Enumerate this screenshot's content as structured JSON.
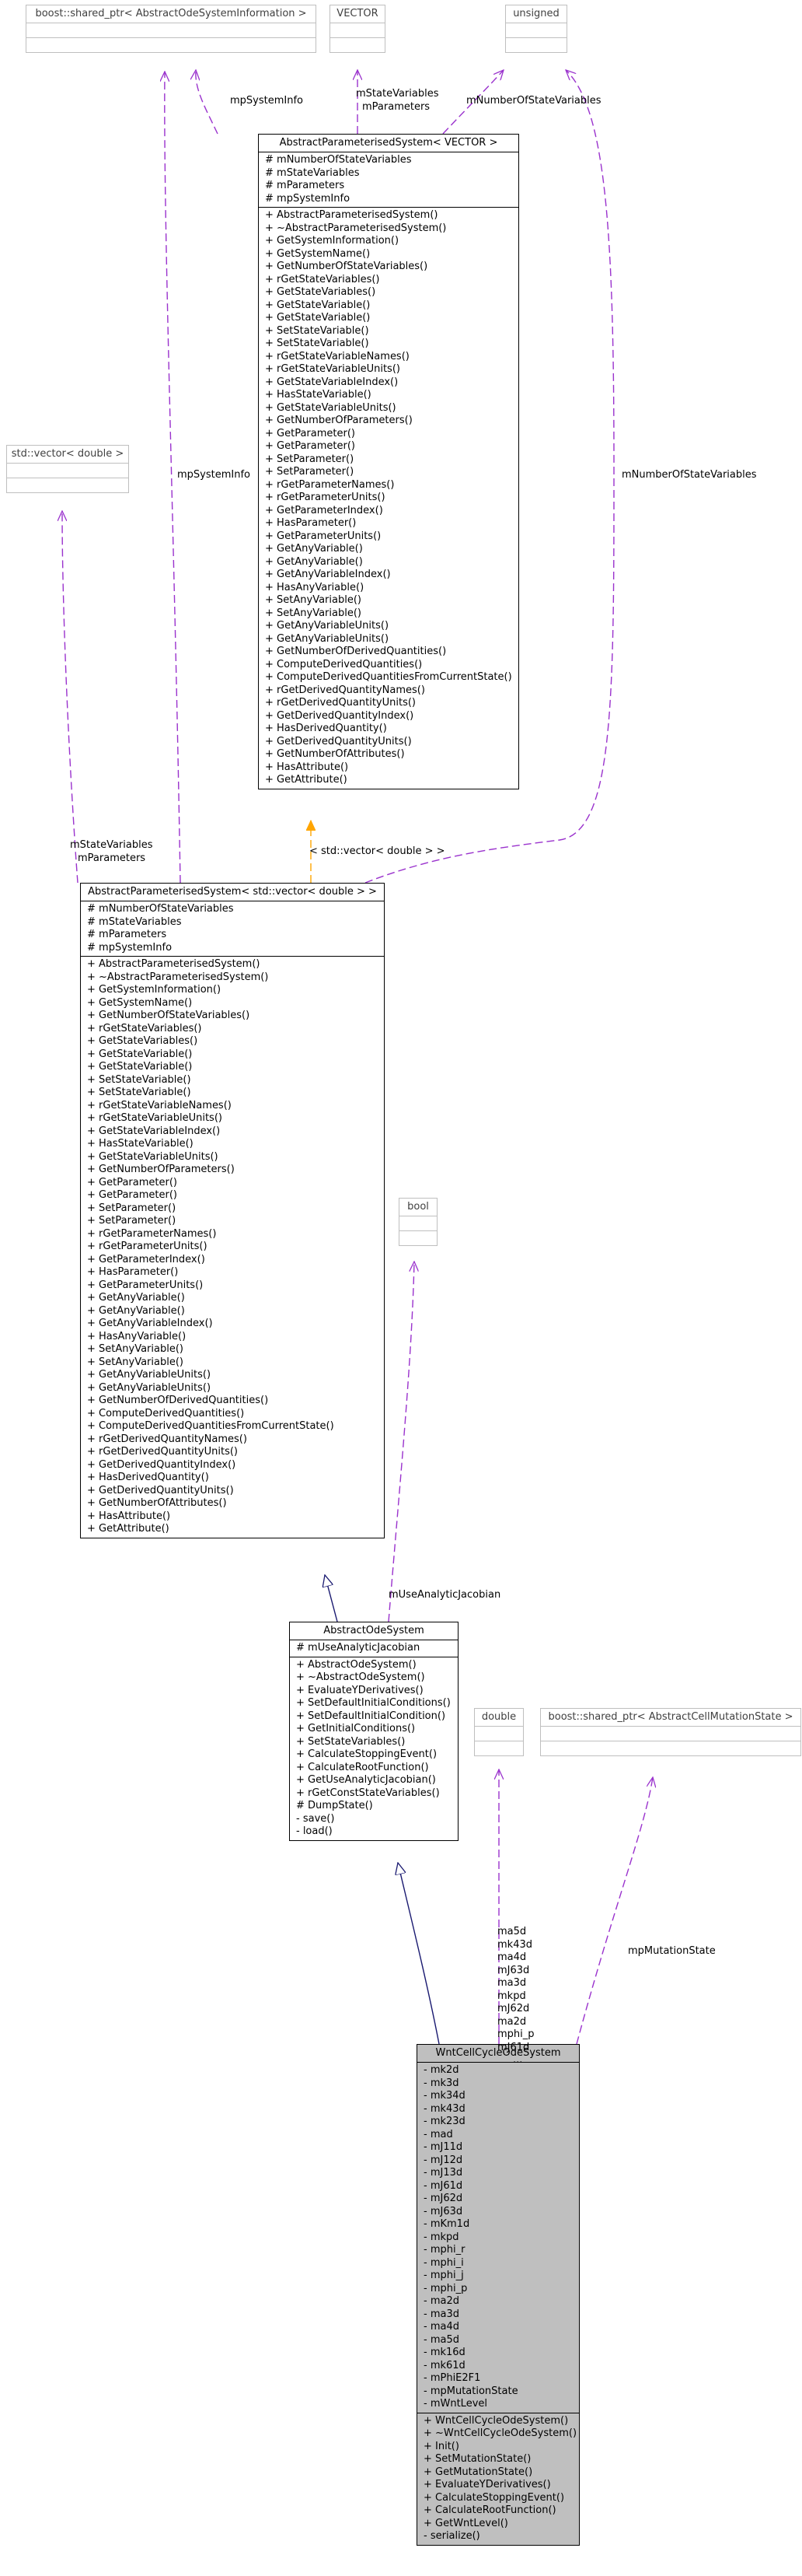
{
  "boxes": {
    "sp_info": {
      "title": "boost::shared_ptr< AbstractOdeSystemInformation >"
    },
    "vector": {
      "title": "VECTOR"
    },
    "unsigned": {
      "title": "unsigned"
    },
    "std_vector": {
      "title": "std::vector< double >"
    },
    "bool": {
      "title": "bool"
    },
    "double": {
      "title": "double"
    },
    "sp_mut": {
      "title": "boost::shared_ptr< AbstractCellMutationState >"
    },
    "aps_vector": {
      "title": "AbstractParameterisedSystem< VECTOR >",
      "attributes": [
        "# mNumberOfStateVariables",
        "# mStateVariables",
        "# mParameters",
        "# mpSystemInfo"
      ],
      "methods": [
        "+ AbstractParameterisedSystem()",
        "+ ~AbstractParameterisedSystem()",
        "+ GetSystemInformation()",
        "+ GetSystemName()",
        "+ GetNumberOfStateVariables()",
        "+ rGetStateVariables()",
        "+ GetStateVariables()",
        "+ GetStateVariable()",
        "+ GetStateVariable()",
        "+ SetStateVariable()",
        "+ SetStateVariable()",
        "+ rGetStateVariableNames()",
        "+ rGetStateVariableUnits()",
        "+ GetStateVariableIndex()",
        "+ HasStateVariable()",
        "+ GetStateVariableUnits()",
        "+ GetNumberOfParameters()",
        "+ GetParameter()",
        "+ GetParameter()",
        "+ SetParameter()",
        "+ SetParameter()",
        "+ rGetParameterNames()",
        "+ rGetParameterUnits()",
        "+ GetParameterIndex()",
        "+ HasParameter()",
        "+ GetParameterUnits()",
        "+ GetAnyVariable()",
        "+ GetAnyVariable()",
        "+ GetAnyVariableIndex()",
        "+ HasAnyVariable()",
        "+ SetAnyVariable()",
        "+ SetAnyVariable()",
        "+ GetAnyVariableUnits()",
        "+ GetAnyVariableUnits()",
        "+ GetNumberOfDerivedQuantities()",
        "+ ComputeDerivedQuantities()",
        "+ ComputeDerivedQuantitiesFromCurrentState()",
        "+ rGetDerivedQuantityNames()",
        "+ rGetDerivedQuantityUnits()",
        "+ GetDerivedQuantityIndex()",
        "+ HasDerivedQuantity()",
        "+ GetDerivedQuantityUnits()",
        "+ GetNumberOfAttributes()",
        "+ HasAttribute()",
        "+ GetAttribute()"
      ]
    },
    "aps_double": {
      "title": "AbstractParameterisedSystem< std::vector< double > >",
      "attributes": [
        "# mNumberOfStateVariables",
        "# mStateVariables",
        "# mParameters",
        "# mpSystemInfo"
      ],
      "methods": [
        "+ AbstractParameterisedSystem()",
        "+ ~AbstractParameterisedSystem()",
        "+ GetSystemInformation()",
        "+ GetSystemName()",
        "+ GetNumberOfStateVariables()",
        "+ rGetStateVariables()",
        "+ GetStateVariables()",
        "+ GetStateVariable()",
        "+ GetStateVariable()",
        "+ SetStateVariable()",
        "+ SetStateVariable()",
        "+ rGetStateVariableNames()",
        "+ rGetStateVariableUnits()",
        "+ GetStateVariableIndex()",
        "+ HasStateVariable()",
        "+ GetStateVariableUnits()",
        "+ GetNumberOfParameters()",
        "+ GetParameter()",
        "+ GetParameter()",
        "+ SetParameter()",
        "+ SetParameter()",
        "+ rGetParameterNames()",
        "+ rGetParameterUnits()",
        "+ GetParameterIndex()",
        "+ HasParameter()",
        "+ GetParameterUnits()",
        "+ GetAnyVariable()",
        "+ GetAnyVariable()",
        "+ GetAnyVariableIndex()",
        "+ HasAnyVariable()",
        "+ SetAnyVariable()",
        "+ SetAnyVariable()",
        "+ GetAnyVariableUnits()",
        "+ GetAnyVariableUnits()",
        "+ GetNumberOfDerivedQuantities()",
        "+ ComputeDerivedQuantities()",
        "+ ComputeDerivedQuantitiesFromCurrentState()",
        "+ rGetDerivedQuantityNames()",
        "+ rGetDerivedQuantityUnits()",
        "+ GetDerivedQuantityIndex()",
        "+ HasDerivedQuantity()",
        "+ GetDerivedQuantityUnits()",
        "+ GetNumberOfAttributes()",
        "+ HasAttribute()",
        "+ GetAttribute()"
      ]
    },
    "ode": {
      "title": "AbstractOdeSystem",
      "attributes": [
        "# mUseAnalyticJacobian"
      ],
      "methods": [
        "+ AbstractOdeSystem()",
        "+ ~AbstractOdeSystem()",
        "+ EvaluateYDerivatives()",
        "+ SetDefaultInitialConditions()",
        "+ SetDefaultInitialCondition()",
        "+ GetInitialConditions()",
        "+ SetStateVariables()",
        "+ CalculateStoppingEvent()",
        "+ CalculateRootFunction()",
        "+ GetUseAnalyticJacobian()",
        "+ rGetConstStateVariables()",
        "# DumpState()",
        "- save()",
        "- load()"
      ]
    },
    "wnt": {
      "title": "WntCellCycleOdeSystem",
      "attributes": [
        "- mk2d",
        "- mk3d",
        "- mk34d",
        "- mk43d",
        "- mk23d",
        "- mad",
        "- mJ11d",
        "- mJ12d",
        "- mJ13d",
        "- mJ61d",
        "- mJ62d",
        "- mJ63d",
        "- mKm1d",
        "- mkpd",
        "- mphi_r",
        "- mphi_i",
        "- mphi_j",
        "- mphi_p",
        "- ma2d",
        "- ma3d",
        "- ma4d",
        "- ma5d",
        "- mk16d",
        "- mk61d",
        "- mPhiE2F1",
        "- mpMutationState",
        "- mWntLevel"
      ],
      "methods": [
        "+ WntCellCycleOdeSystem()",
        "+ ~WntCellCycleOdeSystem()",
        "+ Init()",
        "+ SetMutationState()",
        "+ GetMutationState()",
        "+ EvaluateYDerivatives()",
        "+ CalculateStoppingEvent()",
        "+ CalculateRootFunction()",
        "+ GetWntLevel()",
        "- serialize()"
      ]
    }
  },
  "edge_labels": {
    "mpSystemInfo_top": "mpSystemInfo",
    "mStateVariables_top": "mStateVariables",
    "mParameters_top": "mParameters",
    "mNumberOfStateVariables_top": "mNumberOfStateVariables",
    "mpSystemInfo_mid": "mpSystemInfo",
    "mNumberOfStateVariables_right": "mNumberOfStateVariables",
    "template_arg": "< std::vector< double > >",
    "mStateVariables_left": "mStateVariables",
    "mParameters_left": "mParameters",
    "mUseAnalyticJacobian": "mUseAnalyticJacobian",
    "double_vars": [
      "ma5d",
      "mk43d",
      "ma4d",
      "mJ63d",
      "ma3d",
      "mkpd",
      "mJ62d",
      "ma2d",
      "mphi_p",
      "mJ61d",
      "..."
    ],
    "mpMutationState": "mpMutationState"
  },
  "colors": {
    "dependency": "#9a32cd",
    "template": "#ffa500",
    "inheritance": "#191970",
    "main_fill": "#bfbfbf"
  }
}
